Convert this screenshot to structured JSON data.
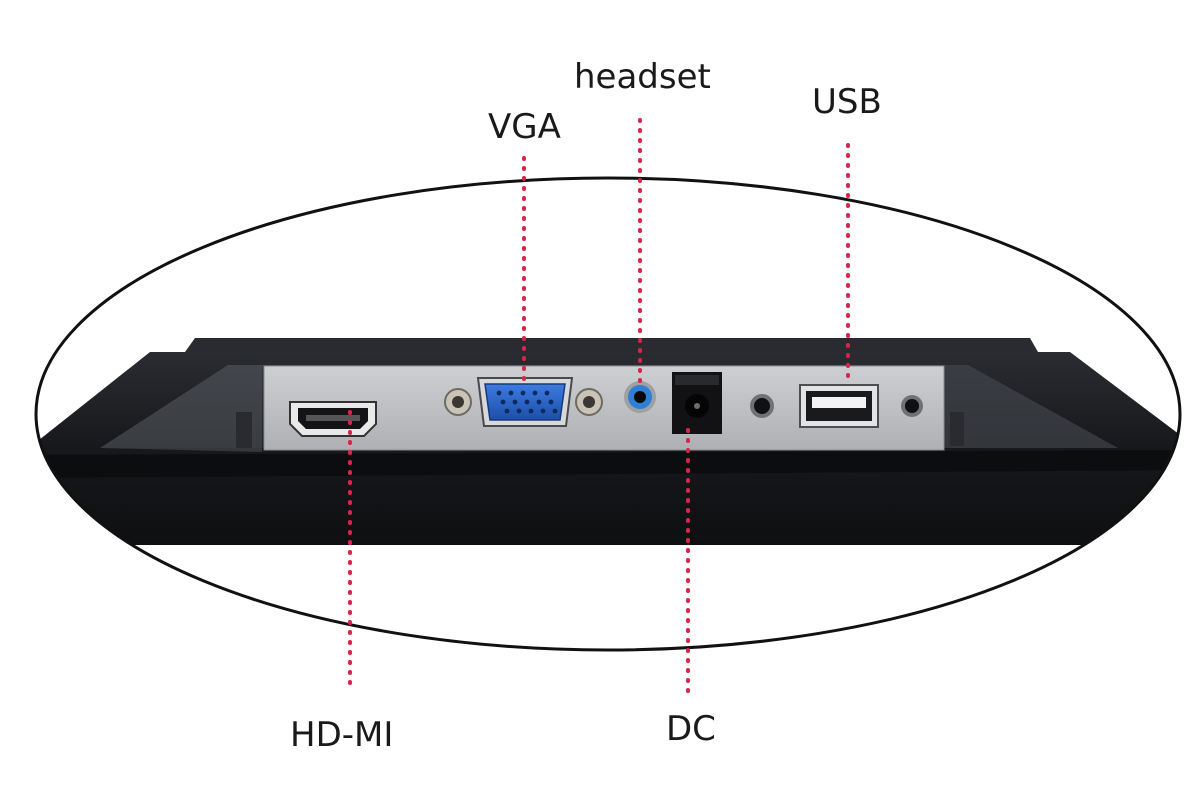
{
  "labels": {
    "vga": "VGA",
    "headset": "headset",
    "usb": "USB",
    "hdmi": "HD-MI",
    "dc": "DC"
  },
  "colors": {
    "leader_line": "#d6264a",
    "bezel": "#1a1a1e",
    "panel": "#bfc1c4",
    "vga_connector": "#2a63c6",
    "audio_jack_ring": "#2f7fd6",
    "outline_ellipse": "#111111"
  },
  "icons": {
    "hdmi": "hdmi-port-icon",
    "vga": "vga-port-icon",
    "headset": "audio-jack-icon",
    "dc": "dc-power-jack-icon",
    "usb": "usb-port-icon"
  }
}
